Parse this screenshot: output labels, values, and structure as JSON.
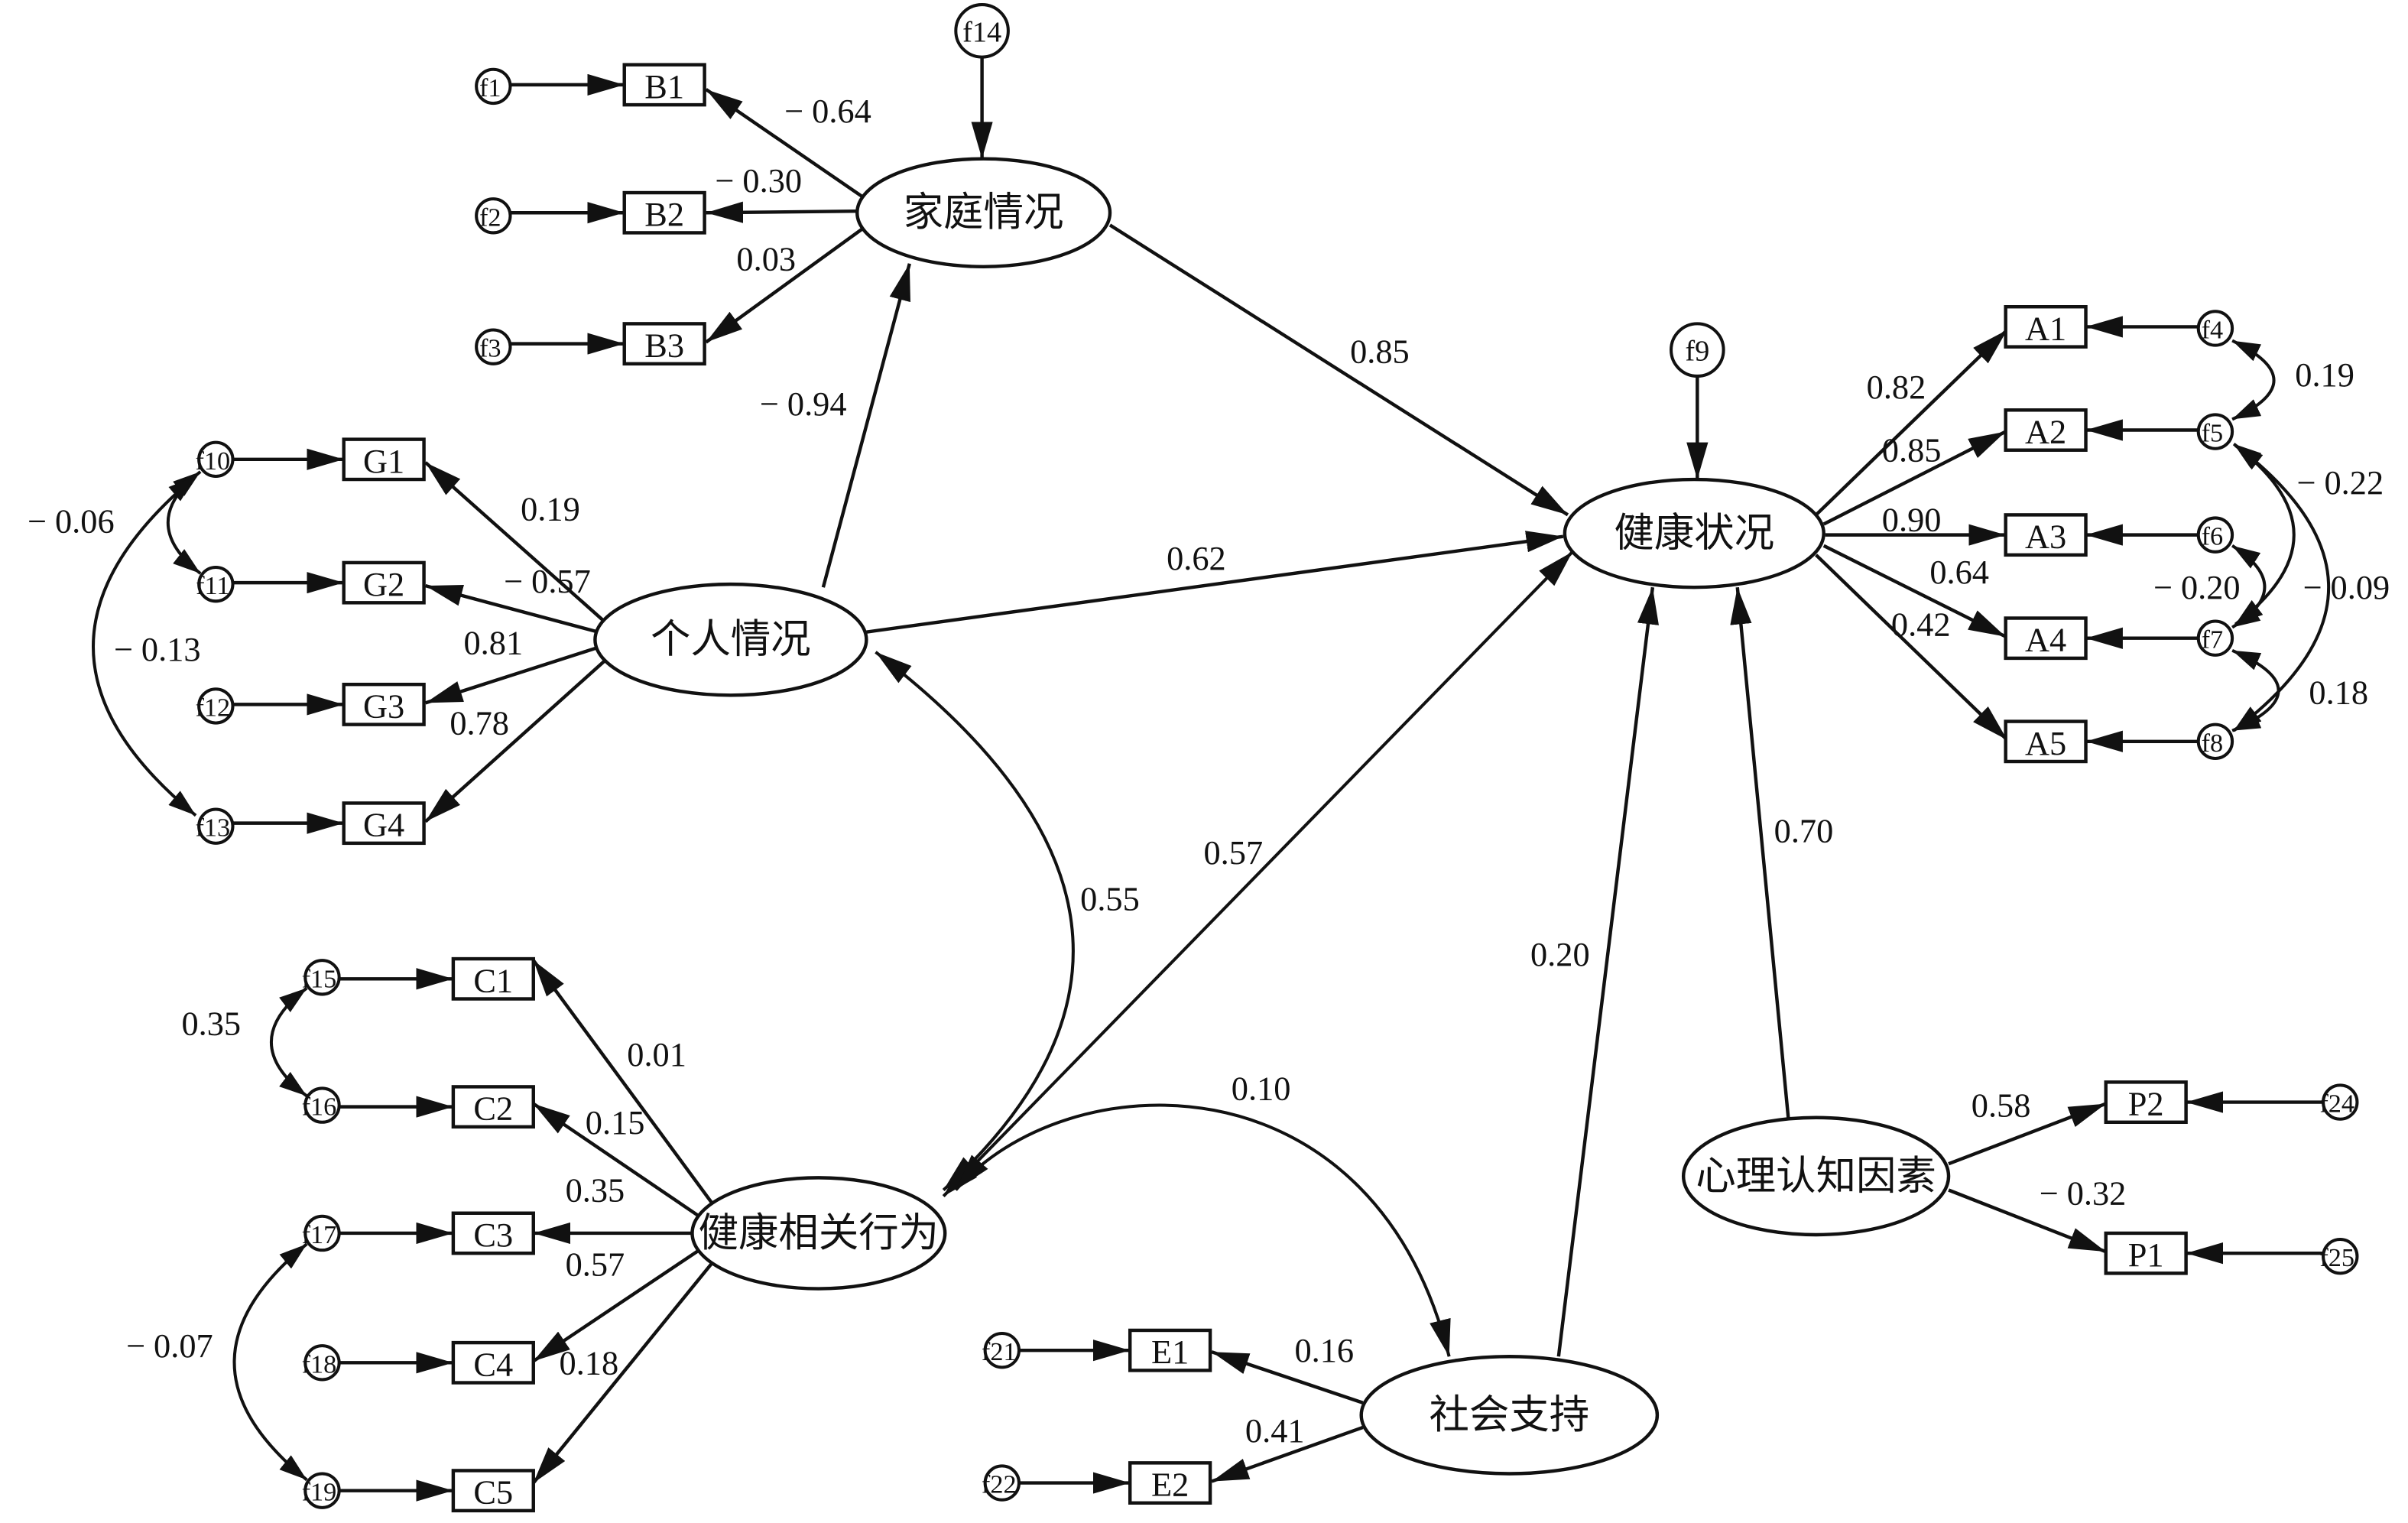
{
  "latent": {
    "family": "家庭情况",
    "personal": "个人情况",
    "health": "健康状况",
    "behavior": "健康相关行为",
    "social": "社会支持",
    "psych": "心理认知因素"
  },
  "indicators": {
    "B1": "B1",
    "B2": "B2",
    "B3": "B3",
    "G1": "G1",
    "G2": "G2",
    "G3": "G3",
    "G4": "G4",
    "A1": "A1",
    "A2": "A2",
    "A3": "A3",
    "A4": "A4",
    "A5": "A5",
    "C1": "C1",
    "C2": "C2",
    "C3": "C3",
    "C4": "C4",
    "C5": "C5",
    "E1": "E1",
    "E2": "E2",
    "P2": "P2",
    "P1": "P1"
  },
  "errors": {
    "B1": "f1",
    "B2": "f2",
    "B3": "f3",
    "family": "f14",
    "G1": "f10",
    "G2": "f11",
    "G3": "f12",
    "G4": "f13",
    "health": "f9",
    "A1": "f4",
    "A2": "f5",
    "A3": "f6",
    "A4": "f7",
    "A5": "f8",
    "C1": "f15",
    "C2": "f16",
    "C3": "f17",
    "C4": "f18",
    "C5": "f19",
    "E1": "f21",
    "E2": "f22",
    "P2": "f24",
    "P1": "f25"
  },
  "paths": {
    "family_B1": "− 0.64",
    "family_B2": "− 0.30",
    "family_B3": "0.03",
    "personal_family": "− 0.94",
    "family_health": "0.85",
    "personal_G1": "0.19",
    "personal_G2": "− 0.57",
    "personal_G3": "0.81",
    "personal_G4": "0.78",
    "personal_health": "0.62",
    "health_A1": "0.82",
    "health_A2": "0.85",
    "health_A3": "0.90",
    "health_A4": "0.64",
    "health_A5": "0.42",
    "behavior_C1": "0.01",
    "behavior_C2": "0.15",
    "behavior_C3": "0.35",
    "behavior_C4": "0.57",
    "behavior_C5": "0.18",
    "social_E1": "0.16",
    "social_E2": "0.41",
    "social_health": "0.20",
    "psych_health": "0.70",
    "psych_P2": "0.58",
    "psych_P1": "− 0.32"
  },
  "covariances": {
    "f10_f11": "− 0.06",
    "f10_f13": "− 0.13",
    "f4_f5": "0.19",
    "f5_f7": "− 0.22",
    "f5_f8": "− 0.09",
    "f6_f7": "− 0.20",
    "f7_f8": "0.18",
    "f15_f16": "0.35",
    "f17_f19": "− 0.07",
    "personal_behavior": "0.55",
    "health_behavior": "0.57",
    "behavior_social": "0.10"
  }
}
